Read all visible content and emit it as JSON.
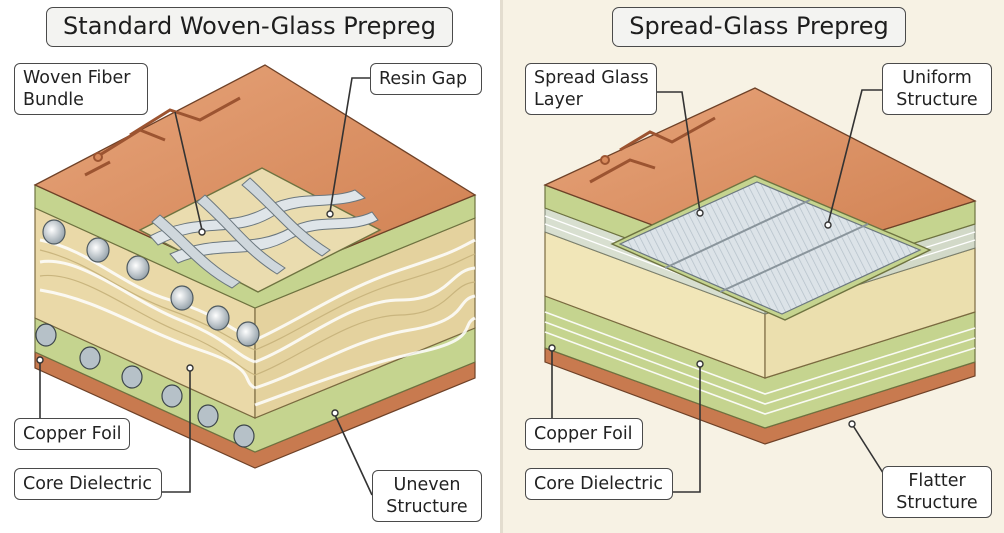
{
  "left": {
    "title": "Standard Woven-Glass Prepreg",
    "labels": {
      "woven_fiber_bundle": [
        "Woven Fiber",
        "Bundle"
      ],
      "resin_gap": "Resin Gap",
      "copper_foil": "Copper Foil",
      "core_dielectric": "Core Dielectric",
      "uneven_structure": [
        "Uneven",
        "Structure"
      ]
    }
  },
  "right": {
    "title": "Spread-Glass Prepreg",
    "labels": {
      "spread_glass_layer": [
        "Spread Glass",
        "Layer"
      ],
      "uniform_structure": [
        "Uniform",
        "Structure"
      ],
      "copper_foil": "Copper Foil",
      "core_dielectric": "Core Dielectric",
      "flatter_structure": [
        "Flatter",
        "Structure"
      ]
    }
  },
  "colors": {
    "copper": "#d88a5c",
    "copper_dark": "#b5683f",
    "green_layer": "#c5d48f",
    "core_tan": "#eadcaf",
    "glass": "#d5dde3",
    "panel_right_bg": "#f7f2e4"
  }
}
